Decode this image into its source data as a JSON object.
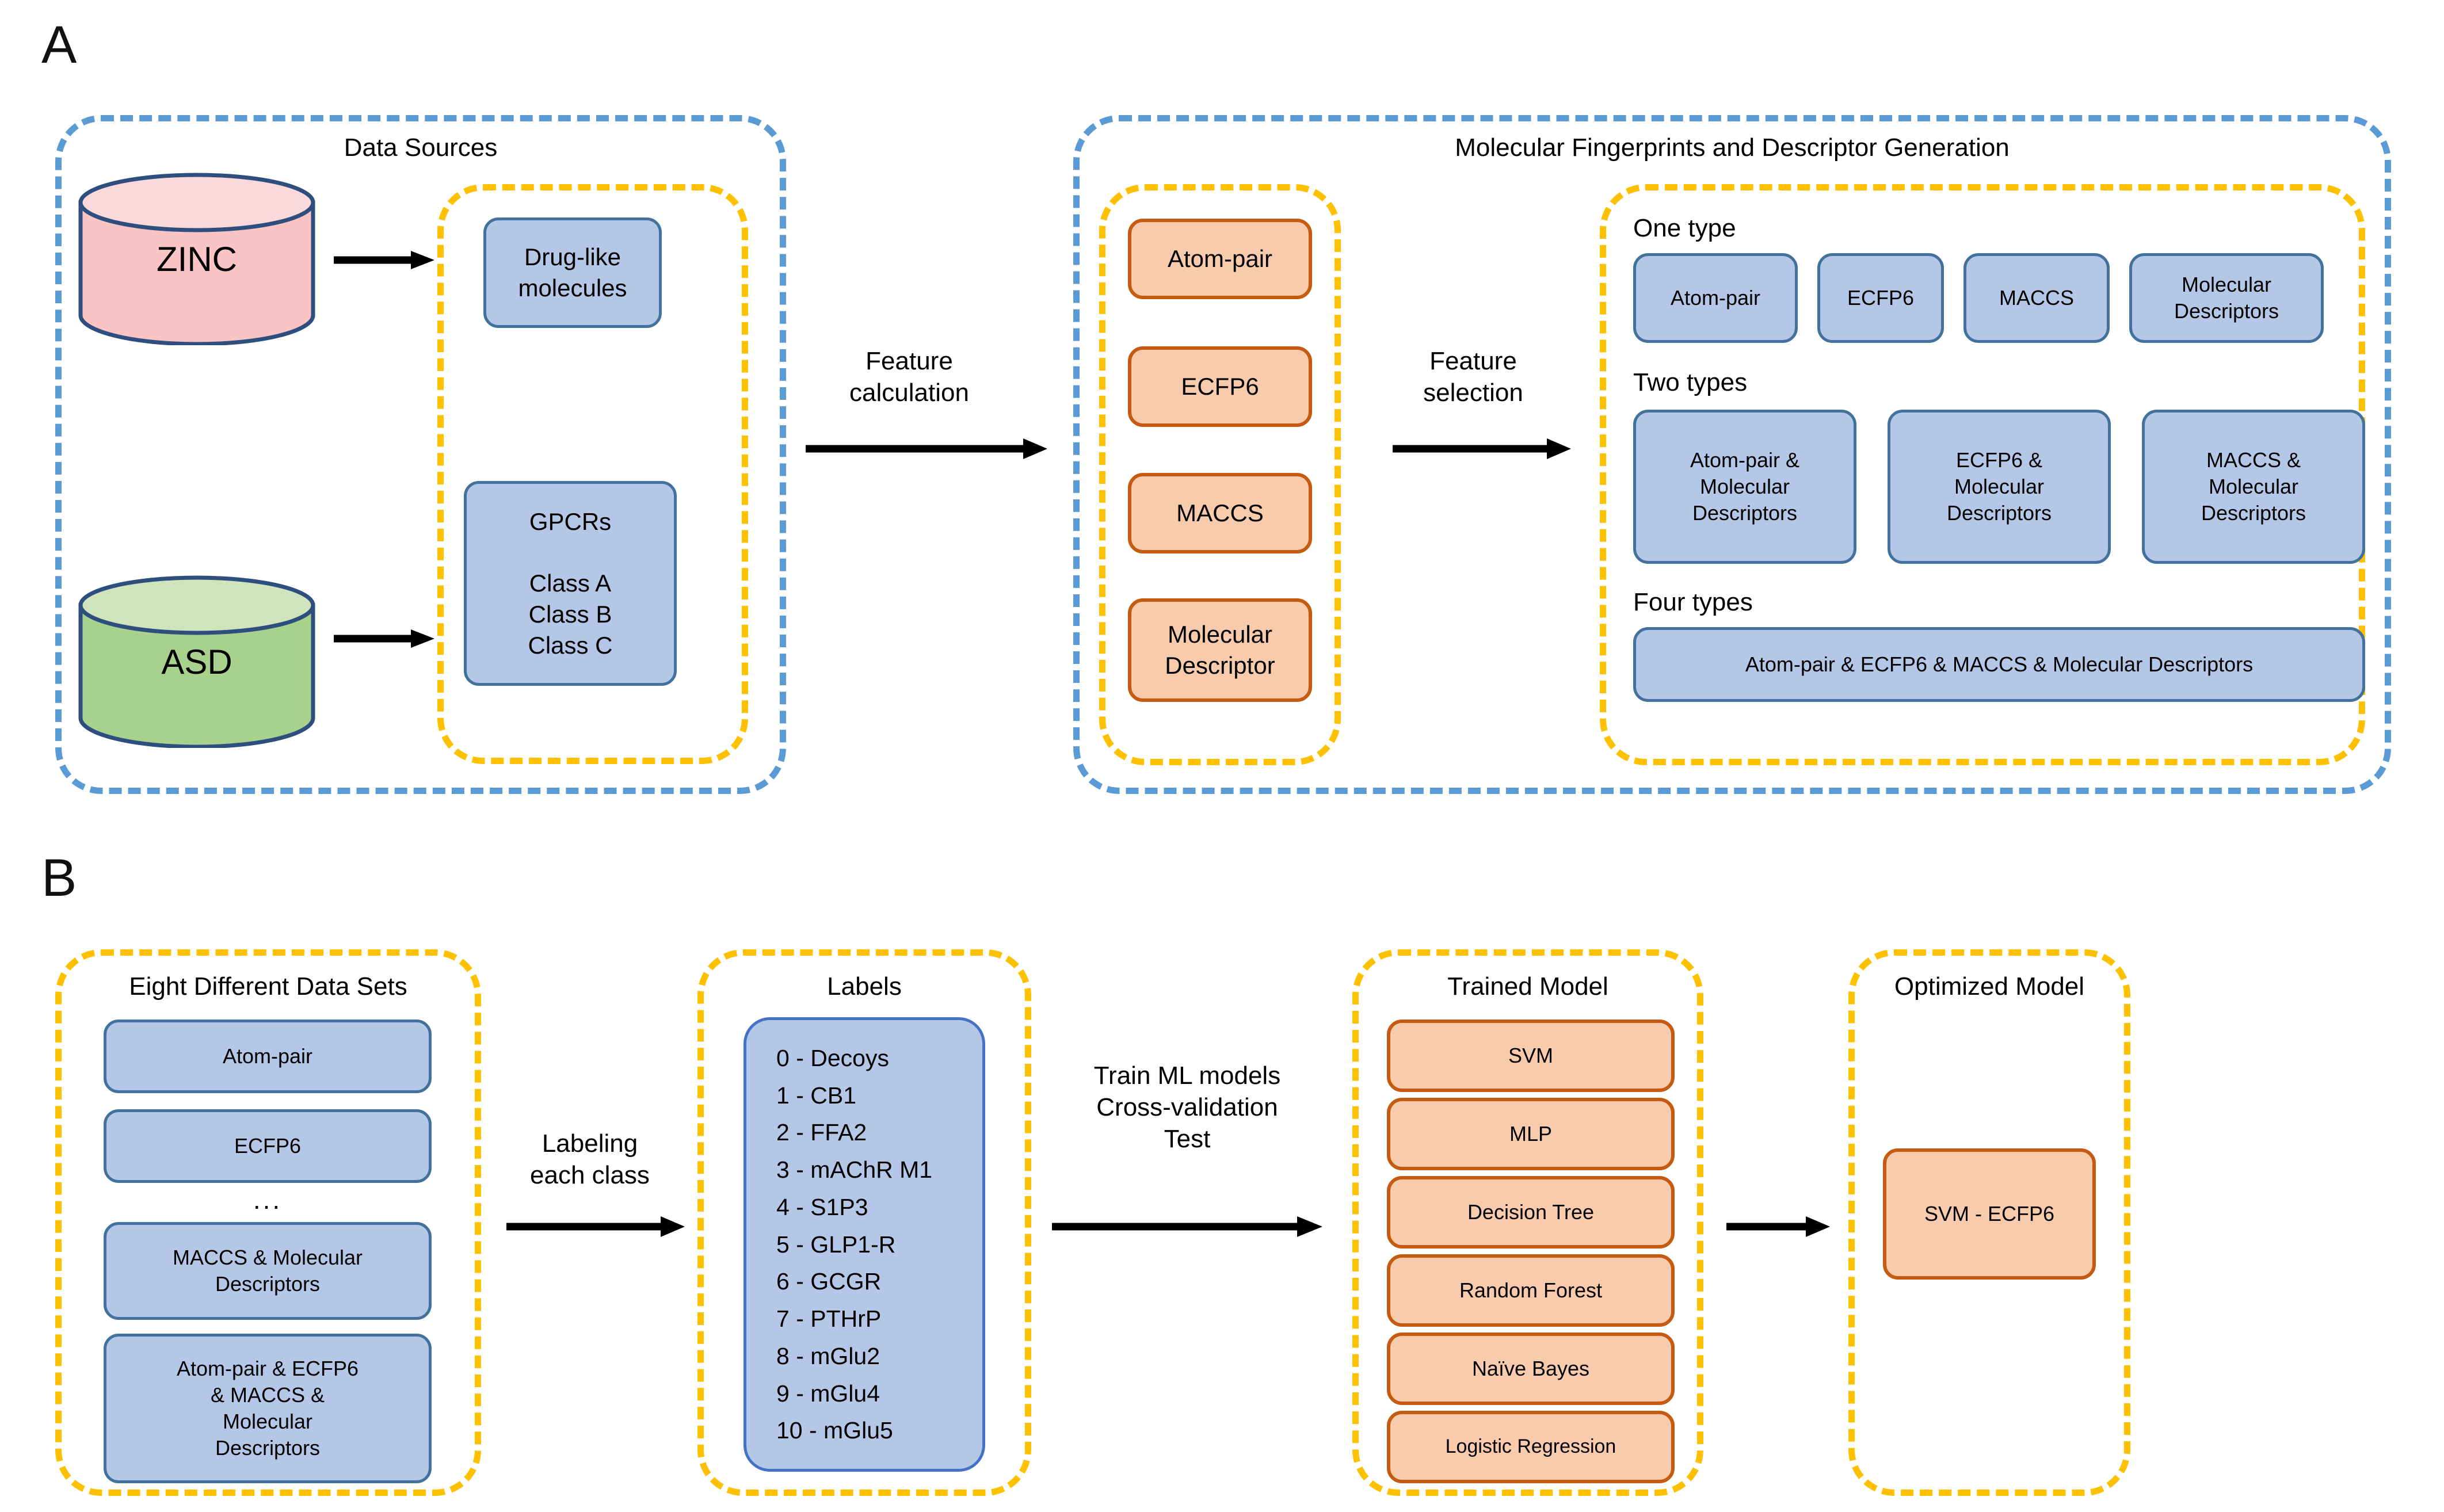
{
  "figure": {
    "panel_a_letter": "A",
    "panel_b_letter": "B"
  },
  "panel_a": {
    "data_sources": {
      "title": "Data Sources",
      "databases": [
        {
          "name": "ZINC",
          "color": "#FBC4C4"
        },
        {
          "name": "ASD",
          "color": "#A9D18E"
        }
      ],
      "outputs": [
        {
          "label": "Drug-like\nmolecules"
        },
        {
          "label": "GPCRs\n\nClass A\nClass B\nClass C"
        }
      ]
    },
    "feature_calculation_arrow": "Feature\ncalculation",
    "fingerprints": {
      "title": "Molecular Fingerprints and Descriptor Generation",
      "methods": [
        "Atom-pair",
        "ECFP6",
        "MACCS",
        "Molecular\nDescriptor"
      ],
      "feature_selection_arrow": "Feature\nselection",
      "combinations": {
        "one_type": {
          "heading": "One type",
          "items": [
            "Atom-pair",
            "ECFP6",
            "MACCS",
            "Molecular\nDescriptors"
          ]
        },
        "two_types": {
          "heading": "Two types",
          "items": [
            "Atom-pair &\nMolecular\nDescriptors",
            "ECFP6 &\nMolecular\nDescriptors",
            "MACCS &\nMolecular\nDescriptors"
          ]
        },
        "four_types": {
          "heading": "Four types",
          "items": [
            "Atom-pair & ECFP6 & MACCS & Molecular Descriptors"
          ]
        }
      }
    }
  },
  "panel_b": {
    "data_sets": {
      "title": "Eight Different Data Sets",
      "items": [
        "Atom-pair",
        "ECFP6",
        "MACCS & Molecular\nDescriptors",
        "Atom-pair & ECFP6\n& MACCS &\nMolecular\nDescriptors"
      ],
      "ellipsis": "..."
    },
    "labeling_arrow": "Labeling\neach class",
    "labels": {
      "title": "Labels",
      "classes": [
        "0 - Decoys",
        "1 - CB1",
        "2 - FFA2",
        "3 - mAChR M1",
        "4 - S1P3",
        "5 - GLP1-R",
        "6 - GCGR",
        "7 - PTHrP",
        "8 - mGlu2",
        "9 - mGlu4",
        "10 - mGlu5"
      ]
    },
    "training_arrow": "Train ML models\nCross-validation\nTest",
    "trained_model": {
      "title": "Trained Model",
      "models": [
        "SVM",
        "MLP",
        "Decision Tree",
        "Random Forest",
        "Naïve Bayes",
        "Logistic Regression"
      ]
    },
    "optimized_model": {
      "title": "Optimized\nModel",
      "result": "SVM - ECFP6"
    }
  },
  "colors": {
    "blue_fill": "#B4C7E7",
    "blue_border": "#41719C",
    "orange_fill": "#F8CBAD",
    "orange_border": "#C55A11",
    "dashed_blue": "#5B9BD5",
    "dashed_yellow": "#FFC000",
    "zinc_fill": "#FBC4C4",
    "asd_fill": "#A9D18E",
    "cylinder_border": "#2E4E7E"
  }
}
